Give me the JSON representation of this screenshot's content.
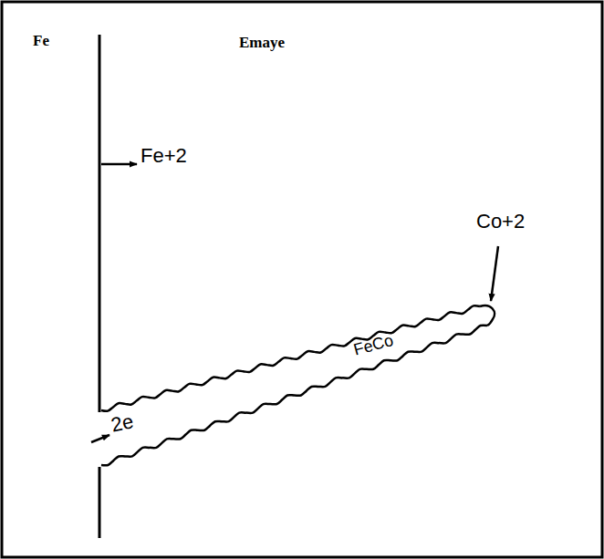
{
  "diagram": {
    "labels": [
      "Fe",
      "Emaye",
      "Fe+2",
      "Co+2",
      "FeCo",
      "2e"
    ]
  }
}
